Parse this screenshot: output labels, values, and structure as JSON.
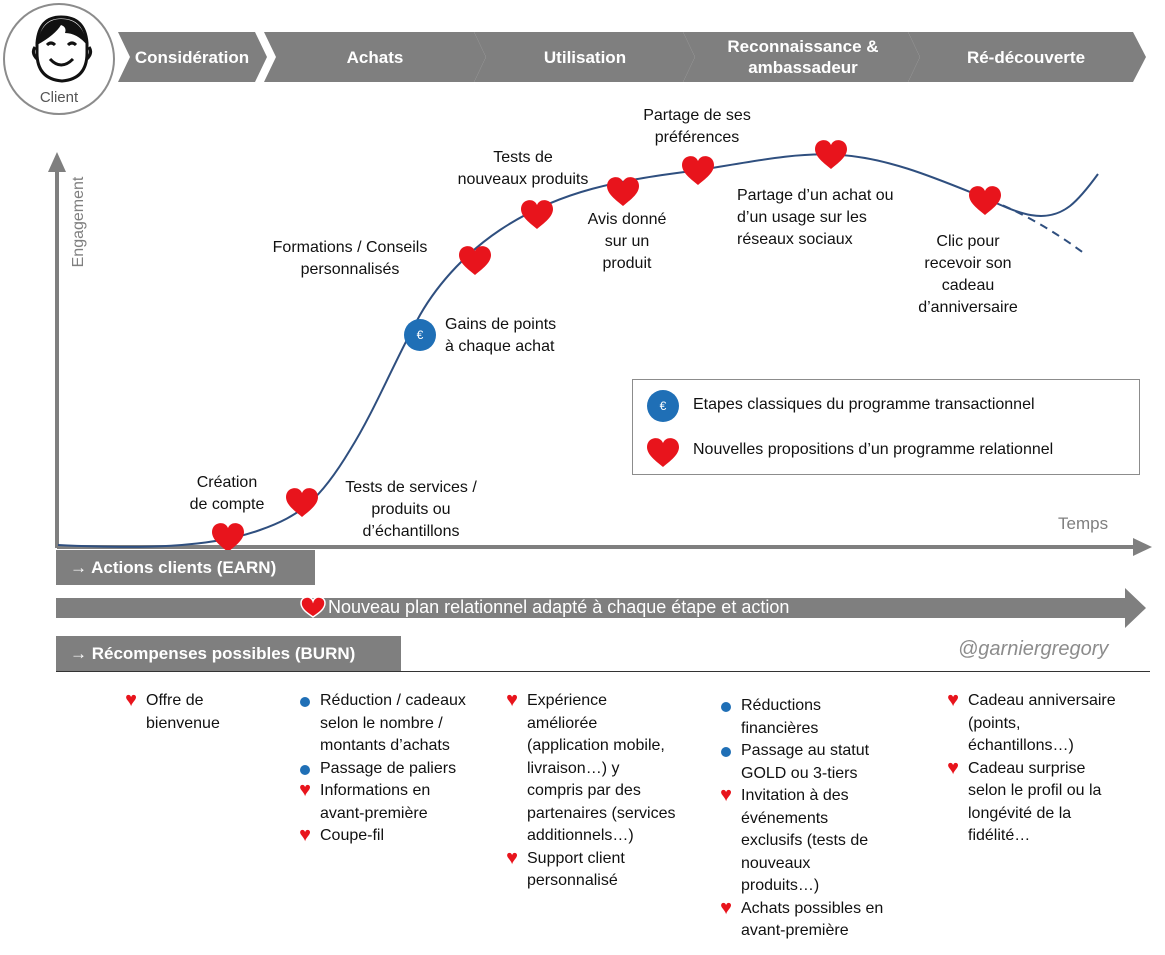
{
  "client_label": "Client",
  "phases": [
    "Considération",
    "Achats",
    "Utilisation",
    "Reconnaissance &\nambassadeur",
    "Ré-découverte"
  ],
  "axes": {
    "y_label": "Engagement",
    "x_label": "Temps"
  },
  "milestones": [
    {
      "text": "Création\nde compte",
      "type": "heart"
    },
    {
      "text": "Tests de services /\nproduits ou\nd’échantillons",
      "type": "heart"
    },
    {
      "text": "Gains de points\nà chaque achat",
      "type": "euro"
    },
    {
      "text": "Formations / Conseils\npersonnalisés",
      "type": "heart"
    },
    {
      "text": "Tests de\nnouveaux produits",
      "type": "heart"
    },
    {
      "text": "Avis donné\nsur un\nproduit",
      "type": "heart"
    },
    {
      "text": "Partage de ses\npréférences",
      "type": "heart"
    },
    {
      "text": "Partage d’un achat ou\nd’un usage sur les\nréseaux sociaux",
      "type": "heart"
    },
    {
      "text": "Clic pour\nrecevoir son\ncadeau\nd’anniversaire",
      "type": "heart"
    }
  ],
  "legend": {
    "euro_label": "Etapes classiques du programme transactionnel",
    "heart_label": "Nouvelles propositions d’un programme relationnel",
    "euro_symbol": "€"
  },
  "bars": {
    "earn": "→ Actions clients (EARN)",
    "plan": "Nouveau plan relationnel adapté à chaque étape et action",
    "burn": "→ Récompenses possibles (BURN)"
  },
  "handle": "@garniergregory",
  "rewards": [
    [
      {
        "icon": "heart",
        "text": "Offre de\nbienvenue"
      }
    ],
    [
      {
        "icon": "dot",
        "text": "Réduction / cadeaux\nselon le nombre /\nmontants d’achats"
      },
      {
        "icon": "dot",
        "text": "Passage de paliers"
      },
      {
        "icon": "heart",
        "text": "Informations en\navant-première"
      },
      {
        "icon": "heart",
        "text": "Coupe-fil"
      }
    ],
    [
      {
        "icon": "heart",
        "text": "Expérience\naméliorée\n(application mobile,\nlivraison…) y\ncompris par des\npartenaires (services\nadditionnels…)"
      },
      {
        "icon": "heart",
        "text": "Support client\npersonnalisé"
      }
    ],
    [
      {
        "icon": "dot",
        "text": "Réductions\nfinancières"
      },
      {
        "icon": "dot",
        "text": "Passage au  statut\nGOLD ou 3-tiers"
      },
      {
        "icon": "heart",
        "text": "Invitation à des\névénements\nexclusifs (tests de\nnouveaux\nproduits…)"
      },
      {
        "icon": "heart",
        "text": "Achats possibles en\navant-première"
      }
    ],
    [
      {
        "icon": "heart",
        "text": "Cadeau anniversaire\n(points,\néchantillons…)"
      },
      {
        "icon": "heart",
        "text": "Cadeau surprise\nselon le profil ou la\nlongévité de la\nfidélité…"
      }
    ]
  ],
  "colors": {
    "heart": "#e8141c",
    "euro": "#1f6fb6",
    "curve": "#2f4f7f",
    "bar": "#7f7f7f"
  }
}
